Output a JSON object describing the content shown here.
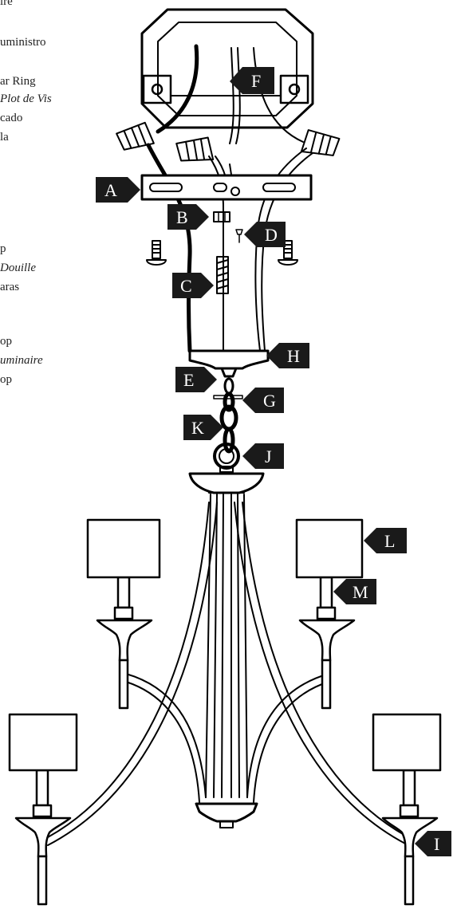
{
  "side_text": {
    "line1": "ire",
    "line2": "uministro",
    "line3": "ar Ring",
    "line4": "Plot de Vis",
    "line5": "cado",
    "line6": "la",
    "line7": "p",
    "line8": "Douille",
    "line9": "aras",
    "line10": "op",
    "line11": "uminaire",
    "line12": "op"
  },
  "callouts": {
    "A": "A",
    "B": "B",
    "C": "C",
    "D": "D",
    "E": "E",
    "F": "F",
    "G": "G",
    "H": "H",
    "I": "I",
    "J": "J",
    "K": "K",
    "L": "L",
    "M": "M"
  },
  "colors": {
    "line": "#000000",
    "callout_fill": "#1a1a1a",
    "callout_text": "#ffffff"
  }
}
